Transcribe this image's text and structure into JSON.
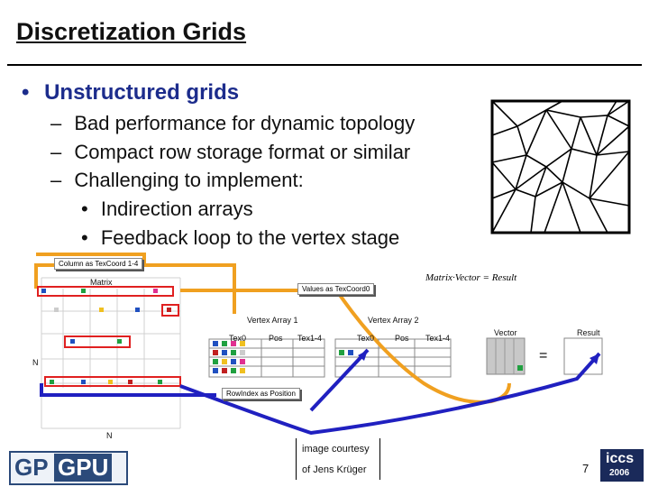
{
  "slide": {
    "title": "Discretization Grids",
    "bullet_main": "Unstructured grids",
    "sub_bullets": [
      "Bad performance for dynamic topology",
      "Compact row storage format or similar",
      "Challenging to implement:"
    ],
    "sub_sub_bullets": [
      "Indirection arrays",
      "Feedback loop to the vertex stage"
    ],
    "dash": "–",
    "dot": "•"
  },
  "diagram": {
    "column_label": "Column as TexCoord 1-4",
    "matrix_label": "Matrix",
    "values_label": "Values as TexCoord0",
    "equation": "Matrix·Vector = Result",
    "vertex_array_1": "Vertex Array 1",
    "vertex_array_2": "Vertex Array 2",
    "va1_cols": [
      "Tex0",
      "Pos",
      "Tex1-4"
    ],
    "va2_cols": [
      "Tex0",
      "Pos",
      "Tex1-4"
    ],
    "vector_label": "Vector",
    "result_label": "Result",
    "equals": "=",
    "row_index_label": "RowIndex as Position",
    "n_left": "N",
    "n_bottom": "N"
  },
  "credit": {
    "line1": "image courtesy",
    "line2": "of Jens Krüger"
  },
  "logos": {
    "gpgpu_part1": "GP",
    "gpgpu_part2": "GPU",
    "iccs_text": "iccs",
    "iccs_year": "2006"
  },
  "page_number": "7",
  "colors": {
    "title_bullet": "#1c2c8c",
    "orange": "#f0a020",
    "blue_arrow": "#2020c0",
    "red_box": "#e02020",
    "grid_gray": "#d8d8d8"
  }
}
